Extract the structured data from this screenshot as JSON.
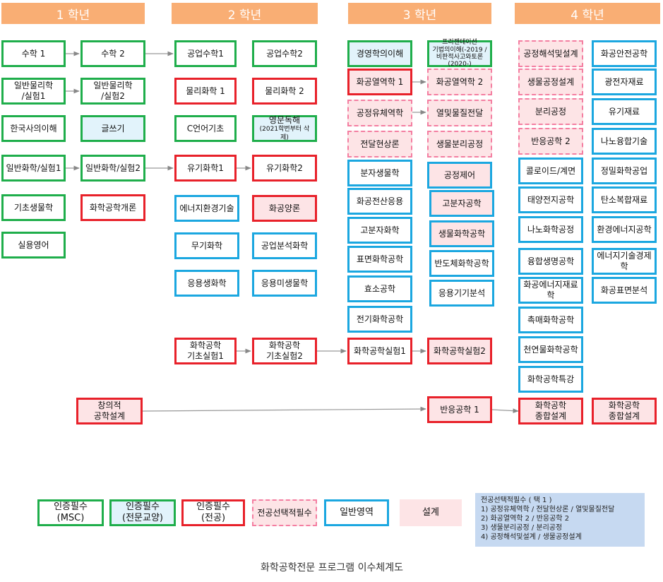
{
  "headers": [
    "1 학년",
    "2 학년",
    "3 학년",
    "4 학년"
  ],
  "year1": {
    "math1": "수학 1",
    "math2": "수학 2",
    "phys_lab1": "일반물리학\n/실험1",
    "phys_lab2": "일반물리학\n/실험2",
    "korean_history": "한국사의이해",
    "writing": "글쓰기",
    "chem_lab1": "일반화학/실험1",
    "chem_lab2": "일반화학/실험2",
    "basic_bio": "기초생물학",
    "chem_eng_intro": "화학공학개론",
    "practical_english": "실용영어"
  },
  "year2": {
    "eng_math1": "공업수학1",
    "eng_math2": "공업수학2",
    "phys_chem1": "물리화학 1",
    "phys_chem2": "물리화학 2",
    "c_lang": "C언어기초",
    "eng_reading": "영문독해",
    "eng_reading_note": "(2021학번부터  삭제)",
    "org_chem1": "유기화학1",
    "org_chem2": "유기화학2",
    "energy_env": "에너지환경기술",
    "chem_eng_quant": "화공양론",
    "inorganic": "무기화학",
    "industrial_analysis": "공업분석화학",
    "applied_biochem": "응용생화학",
    "applied_micro": "응용미생물학",
    "lab1": "화학공학\n기초실험1",
    "lab2": "화학공학\n기초실험2"
  },
  "year3": {
    "business": "경영학의이해",
    "presentation": "프리젠테이션\n기법의이해(-2019 /\n비판적사고와토론(2020-)",
    "thermo1": "화공열역학 1",
    "thermo2": "화공열역학 2",
    "fluid": "공정유체역학",
    "heat_mass": "열및물질전달",
    "transport": "전달현상론",
    "bio_separation": "생물분리공정",
    "mol_bio": "분자생물학",
    "process_control": "공정제어",
    "computer_app": "화공전산응용",
    "polymer_eng": "고분자공학",
    "polymer_chem": "고분자화학",
    "biochem_eng": "생물화학공학",
    "surface": "표면화학공학",
    "semiconductor": "반도체화학공학",
    "enzyme": "효소공학",
    "instrument": "응용기기분석",
    "electrochem": "전기화학공학",
    "exp1": "화학공학실험1",
    "exp2": "화학공학실험2",
    "reaction1": "반응공학 1"
  },
  "year4": {
    "process_design": "공정해석및설계",
    "safety": "화공안전공학",
    "bio_process_design": "생물공정설계",
    "optoelectronic": "광전자재료",
    "separation": "분리공정",
    "organic_materials": "유기재료",
    "reaction2": "반응공학 2",
    "nano_fusion": "나노융합기술",
    "colloid": "콜로이드/계면",
    "fine_chem": "정밀화학공업",
    "solar": "태양전지공학",
    "carbon_composite": "탄소복합재료",
    "nano_chem": "나노화학공정",
    "env_energy": "환경에너지공학",
    "fusion_life": "융합생명공학",
    "energy_economics": "에너지기술경제학",
    "chem_energy_materials": "화공에너지재료학",
    "surface_analysis": "화공표면분석",
    "catalysis": "촉매화학공학",
    "natural_products": "천연물화학공학",
    "special_topics": "화학공학특강",
    "capstone1": "화학공학\n종합설계",
    "capstone2": "화학공학\n종합설계"
  },
  "creative_design": "창의적\n공학설계",
  "legend": {
    "msc": "인증필수\n(MSC)",
    "liberal": "인증필수\n(전문교양)",
    "major": "인증필수\n(전공)",
    "elective": "전공선택적필수",
    "general": "일반영역",
    "design": "설계"
  },
  "note": {
    "title": "전공선택적필수 ( 택 1 )",
    "items": [
      "1) 공정유체역학 / 전달현상론 / 열및물질전달",
      "2) 화공열역학 2 / 반응공학 2",
      "3) 생물분리공정 / 분리공정",
      "4) 공정해석및설계 / 생물공정설계"
    ]
  },
  "caption": "화학공학전문 프로그램 이수체계도",
  "colors": {
    "header": "#f9ae74",
    "msc_green": "#1fae4b",
    "major_red": "#e8212a",
    "elective_pink": "#f47ea1",
    "general_blue": "#1ba7e0",
    "design_fill": "#fde4e6",
    "liberal_fill": "#e2f3fb",
    "note_fill": "#c6d9f1"
  }
}
